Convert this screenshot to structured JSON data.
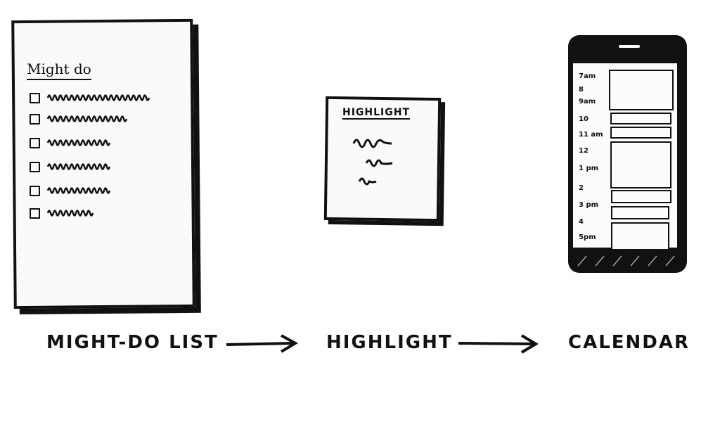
{
  "steps": [
    {
      "caption": "MIGHT-DO LIST",
      "heading": "Might do"
    },
    {
      "caption": "HIGHLIGHT",
      "heading": "HIGHLIGHT"
    },
    {
      "caption": "CALENDAR"
    }
  ],
  "calendar": {
    "hours": [
      "7am",
      "8",
      "9am",
      "10",
      "11 am",
      "12",
      "1 pm",
      "2",
      "3 pm",
      "4",
      "5pm"
    ]
  }
}
